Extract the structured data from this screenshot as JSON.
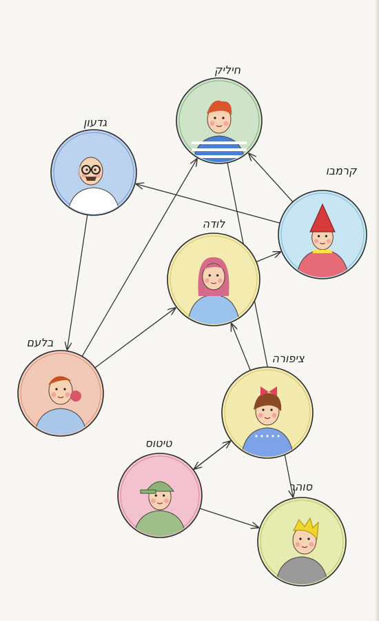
{
  "diagram": {
    "nodes": [
      {
        "id": "hilik",
        "name": "חיליק",
        "fill": "#cfe3c8",
        "ring": "#3a7a3a",
        "hair": "#d9552b",
        "shirt": "#4a7fd6",
        "portrait": "boy-striped-shirt"
      },
      {
        "id": "gidon",
        "name": "גדעון",
        "fill": "#bcd3ef",
        "ring": "#2f5aa8",
        "hair": "#cfcfcf",
        "shirt": "#ffffff",
        "portrait": "old-man-glasses"
      },
      {
        "id": "karmabo",
        "name": "קרמבו",
        "fill": "#c7e5f3",
        "ring": "#3a8bc0",
        "hair": "#d63a3a",
        "shirt": "#e56b78",
        "portrait": "gnome-red-hat"
      },
      {
        "id": "luda",
        "name": "לודה",
        "fill": "#f3ebb0",
        "ring": "#b8a430",
        "hair": "#d66a8a",
        "shirt": "#9cc3ee",
        "portrait": "girl-long-hair"
      },
      {
        "id": "bilaam",
        "name": "בלעם",
        "fill": "#f2c9b6",
        "ring": "#c05a3a",
        "hair": "#c2551f",
        "shirt": "#a9c7e8",
        "portrait": "boy-eating"
      },
      {
        "id": "tzipora",
        "name": "ציפורה",
        "fill": "#f3eab0",
        "ring": "#b89e2a",
        "hair": "#8a4a25",
        "shirt": "#7ea2e8",
        "portrait": "girl-with-bow"
      },
      {
        "id": "titus",
        "name": "טיטוס",
        "fill": "#f2c2cf",
        "ring": "#c04a6a",
        "hair": "#8fb27a",
        "shirt": "#9fbf8a",
        "portrait": "boy-green-cap"
      },
      {
        "id": "sohar",
        "name": "סוהר",
        "fill": "#e6ecb0",
        "ring": "#8a9a2a",
        "hair": "#f0d52a",
        "shirt": "#9a9a9a",
        "portrait": "boy-yellow-hair"
      }
    ],
    "edges": [
      {
        "from": "karmabo",
        "to": "gidon"
      },
      {
        "from": "karmabo",
        "to": "hilik"
      },
      {
        "from": "hilik",
        "to": "sohar"
      },
      {
        "from": "gidon",
        "to": "bilaam"
      },
      {
        "from": "bilaam",
        "to": "hilik"
      },
      {
        "from": "bilaam",
        "to": "luda"
      },
      {
        "from": "luda",
        "to": "karmabo"
      },
      {
        "from": "tzipora",
        "to": "luda"
      },
      {
        "from": "tzipora",
        "to": "titus"
      },
      {
        "from": "titus",
        "to": "tzipora"
      },
      {
        "from": "titus",
        "to": "sohar"
      }
    ]
  }
}
